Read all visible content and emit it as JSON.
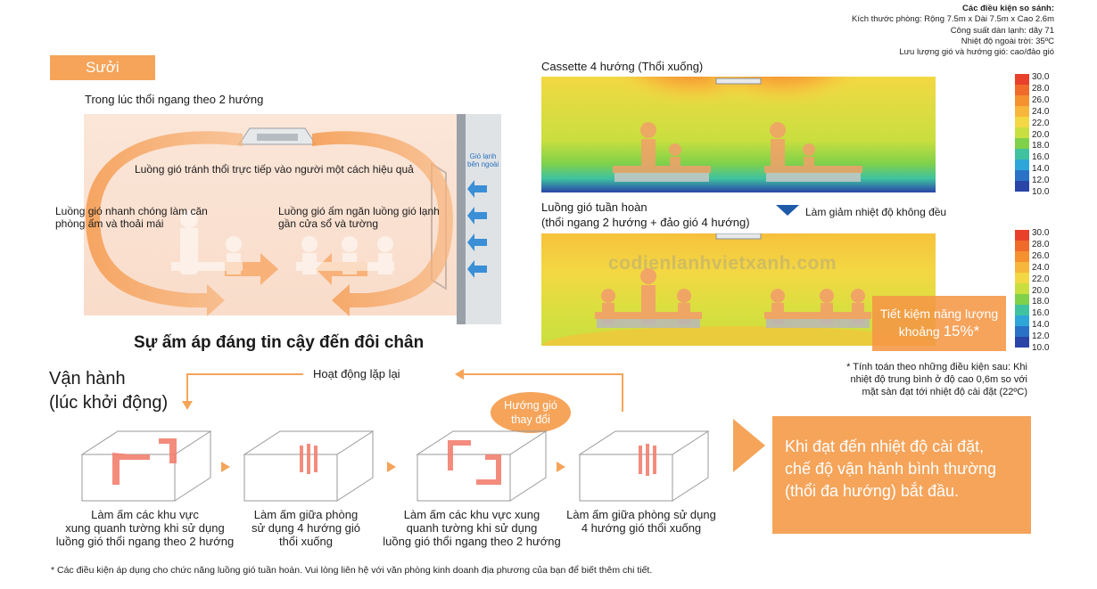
{
  "conditions": {
    "title": "Các điều kiện so sánh:",
    "lines": [
      "Kích thước phòng: Rộng 7.5m x Dài 7.5m x Cao 2.6m",
      "Công suất dàn lạnh: dãy 71",
      "Nhiệt độ ngoài trời: 35ºC",
      "Lưu lượng gió và hướng gió: cao/đảo gió"
    ]
  },
  "left": {
    "badge": "Sưởi",
    "subtitle": "Trong lúc thổi ngang theo 2 hướng",
    "label_top": "Luồng gió tránh thổi trực tiếp vào người một cách hiệu quả",
    "label_left_1": "Luồng gió nhanh chóng làm căn",
    "label_left_2": "phòng ấm và thoải mái",
    "label_right_1": "Luồng gió ấm ngăn luồng gió lạnh",
    "label_right_2": "gần cửa sổ và tường",
    "cold_1": "Gió lạnh",
    "cold_2": "bên ngoài",
    "headline": "Sự ấm áp đáng tin cậy đến đôi chân"
  },
  "right": {
    "panel1_title": "Cassette 4 hướng (Thổi xuống)",
    "reduce_label": "Làm giảm nhiệt độ không đều",
    "panel2_title_1": "Luồng gió tuần hoàn",
    "panel2_title_2": "(thổi ngang 2 hướng + đảo gió 4 hướng)",
    "scale_values": [
      "30.0",
      "28.0",
      "26.0",
      "24.0",
      "22.0",
      "20.0",
      "18.0",
      "16.0",
      "14.0",
      "12.0",
      "10.0"
    ],
    "scale_colors": [
      "#e8402a",
      "#f06a2a",
      "#f5912e",
      "#f8b63a",
      "#f3d843",
      "#c9df3f",
      "#7fd14a",
      "#3fc2a0",
      "#2fa6d9",
      "#2a72c8",
      "#2a44a8"
    ],
    "save_line1": "Tiết kiệm năng lượng",
    "save_prefix": "khoảng ",
    "save_pct": "15%*",
    "note_1": "* Tính toán theo những điều kiện sau: Khi",
    "note_2": "nhiệt độ trung bình ở độ cao 0,6m so với",
    "note_3": "mặt sàn đạt tới nhiệt độ cài đặt (22ºC)"
  },
  "bottom": {
    "op_1": "Vận hành",
    "op_2": "(lúc khởi động)",
    "repeat": "Hoạt động lặp lại",
    "bubble_1": "Hướng gió",
    "bubble_2": "thay đổi",
    "cap1": [
      "Làm ấm các khu vực",
      "xung quanh tường khi sử dụng",
      "luồng gió thổi ngang theo 2 hướng"
    ],
    "cap2": [
      "Làm ấm giữa phòng",
      "sử dụng 4 hướng gió",
      "thổi xuống"
    ],
    "cap3": [
      "Làm ấm các khu vực xung",
      "quanh tường khi sử dụng",
      "luồng gió thổi ngang theo 2 hướng"
    ],
    "cap4": [
      "Làm ấm giữa phòng sử dụng",
      "4 hướng gió thổi xuống"
    ],
    "box_1": "Khi đạt đến nhiệt độ cài đặt,",
    "box_2": "chế độ vận hành bình thường",
    "box_3": "(thổi đa hướng) bắt đầu."
  },
  "watermark": "codienlanhvietxanh.com",
  "footnote": "* Các điều kiện áp dụng cho chức năng luồng gió tuần hoàn. Vui lòng liên hệ với văn phòng kinh doanh địa phương của bạn để biết thêm chi tiết."
}
